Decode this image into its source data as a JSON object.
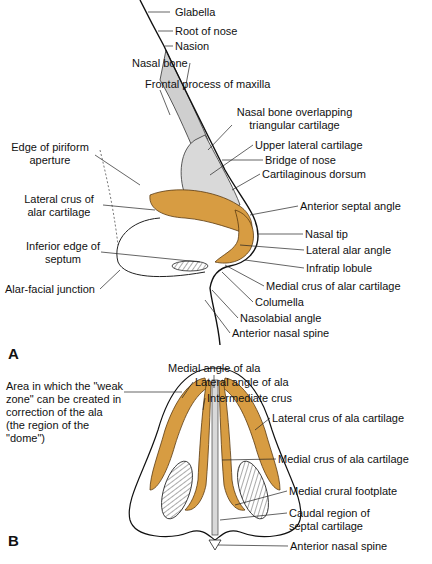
{
  "diagram": {
    "labels": [
      "Glabella",
      "Root of nose",
      "Nasion",
      "Nasal bone",
      "Frontal process of maxilla",
      "Nasal bone overlapping triangular cartilage",
      "Edge of piriform aperture",
      "Upper lateral cartilage",
      "Bridge of nose",
      "Cartilaginous dorsum",
      "Lateral crus of alar cartilage",
      "Anterior septal angle",
      "Nasal tip",
      "Inferior edge of septum",
      "Lateral alar angle",
      "Infratip lobule",
      "Alar-facial junction",
      "Medial crus of alar cartilage",
      "Columella",
      "Nasolabial angle",
      "Anterior nasal spine",
      "A",
      "Medial angle of ala",
      "Area in which the \"weak zone\" can be created in correction of the ala (the region of the \"dome\")",
      "Lateral angle of ala",
      "Intermediate crus",
      "Lateral crus of ala cartilage",
      "Medial crus of ala cartilage",
      "Medial crural footplate",
      "Caudal region of septal cartilage",
      "Anterior nasal spine",
      "B"
    ]
  }
}
